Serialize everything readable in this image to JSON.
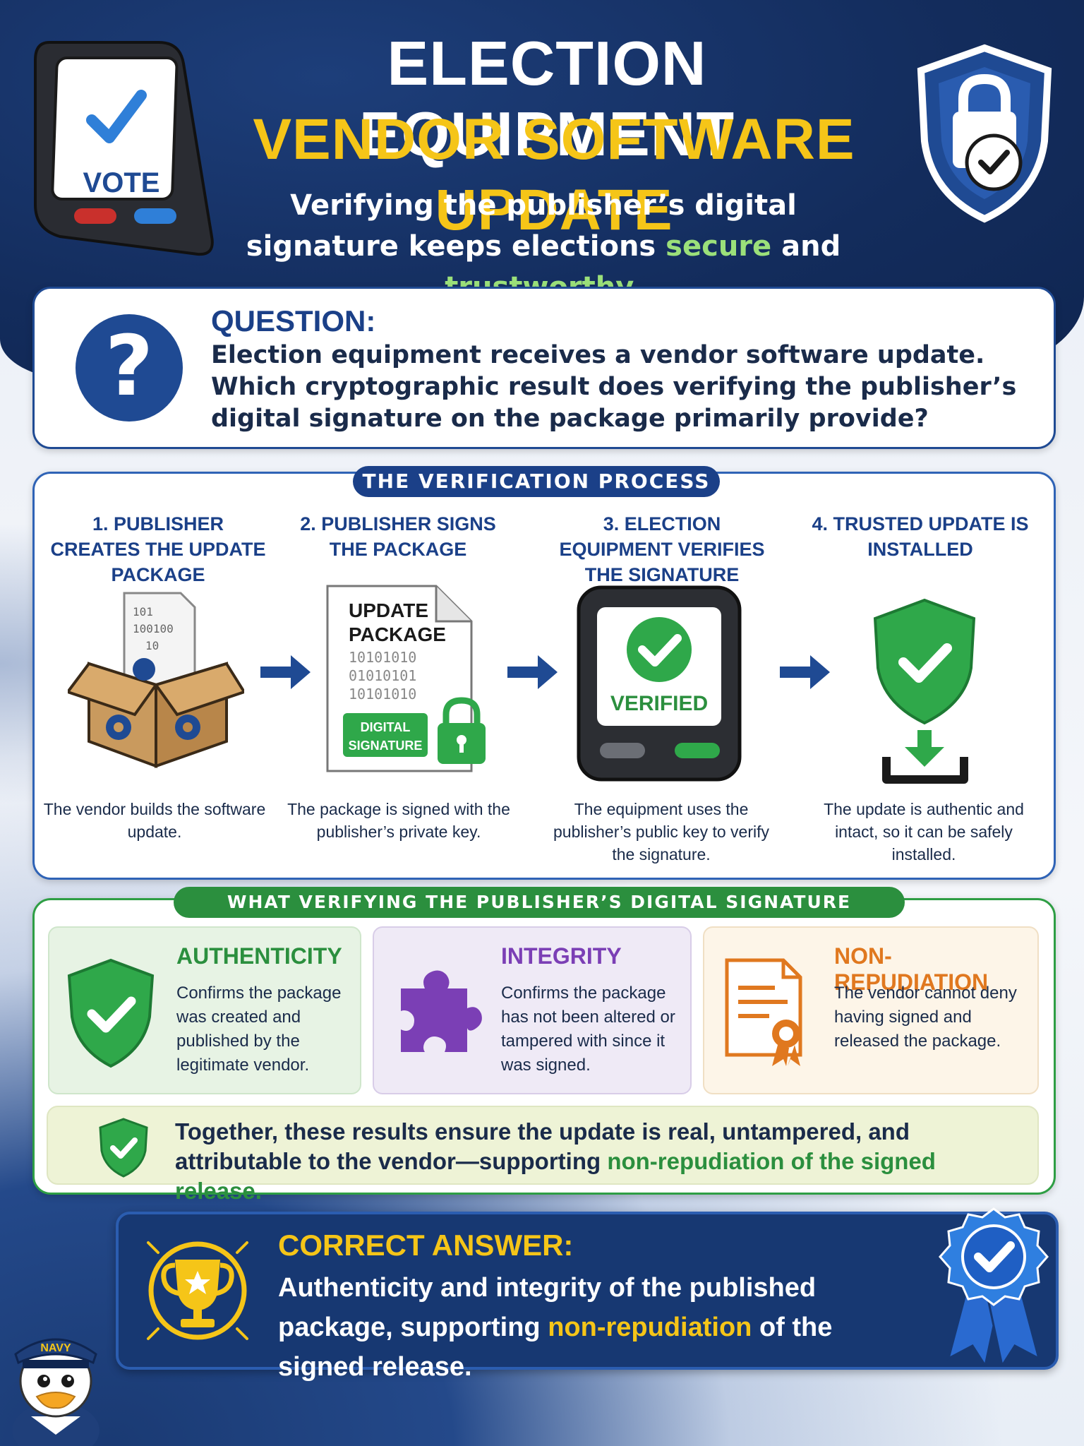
{
  "header": {
    "title_line1": "ELECTION EQUIPMENT",
    "title_line2": "VENDOR SOFTWARE UPDATE",
    "subtitle_part1": "Verifying the publisher’s digital signature keeps elections",
    "subtitle_secure": "secure",
    "subtitle_and": "and",
    "subtitle_trustworthy": "trustworthy",
    "subtitle_end": ".",
    "device_screen_label": "VOTE"
  },
  "question": {
    "label": "QUESTION:",
    "text": "Election equipment receives a vendor software update. Which cryptographic result does verifying the publisher’s digital signature on the package primarily provide?"
  },
  "process": {
    "banner": "THE VERIFICATION PROCESS",
    "steps": [
      {
        "title": "1. PUBLISHER CREATES THE UPDATE PACKAGE",
        "desc": "The vendor builds the software update."
      },
      {
        "title": "2. PUBLISHER SIGNS THE PACKAGE",
        "desc": "The package is signed with the publisher’s private key."
      },
      {
        "title": "3. ELECTION EQUIPMENT VERIFIES THE SIGNATURE",
        "desc": "The equipment uses the publisher’s public key to verify the signature."
      },
      {
        "title": "4. TRUSTED UPDATE IS INSTALLED",
        "desc": "The update is authentic and intact, so it can be safely installed."
      }
    ],
    "doc_binary": [
      "101",
      "100100",
      "10"
    ],
    "package_title_1": "UPDATE",
    "package_title_2": "PACKAGE",
    "package_bits": [
      "10101010",
      "01010101",
      "10101010"
    ],
    "signature_badge_1": "DIGITAL",
    "signature_badge_2": "SIGNATURE",
    "verified_label": "VERIFIED"
  },
  "provides": {
    "banner": "WHAT VERIFYING THE PUBLISHER’S DIGITAL SIGNATURE PROVIDES",
    "items": [
      {
        "title": "AUTHENTICITY",
        "desc": "Confirms the package was created and published by the legitimate vendor.",
        "color": "#2b8f3e"
      },
      {
        "title": "INTEGRITY",
        "desc": "Confirms the package has not been altered or tampered with since it was signed.",
        "color": "#7b3fb5"
      },
      {
        "title": "NON-REPUDIATION",
        "desc": "The vendor cannot deny having signed and released the package.",
        "color": "#e0781f"
      }
    ],
    "together_part1": "Together, these results ensure the update is real, untampered, and attributable to the vendor—supporting",
    "together_emph": "non-repudiation of the signed release."
  },
  "answer": {
    "label": "CORRECT ANSWER:",
    "text_part1": "Authenticity and integrity of the published package, supporting",
    "text_emph": "non-repudiation",
    "text_end": "of the signed release."
  },
  "mascot": {
    "cap_label": "NAVY"
  },
  "colors": {
    "navy": "#132c5c",
    "accent_yellow": "#f5c518",
    "green": "#2b8f3e",
    "purple": "#7b3fb5",
    "orange": "#e0781f"
  }
}
